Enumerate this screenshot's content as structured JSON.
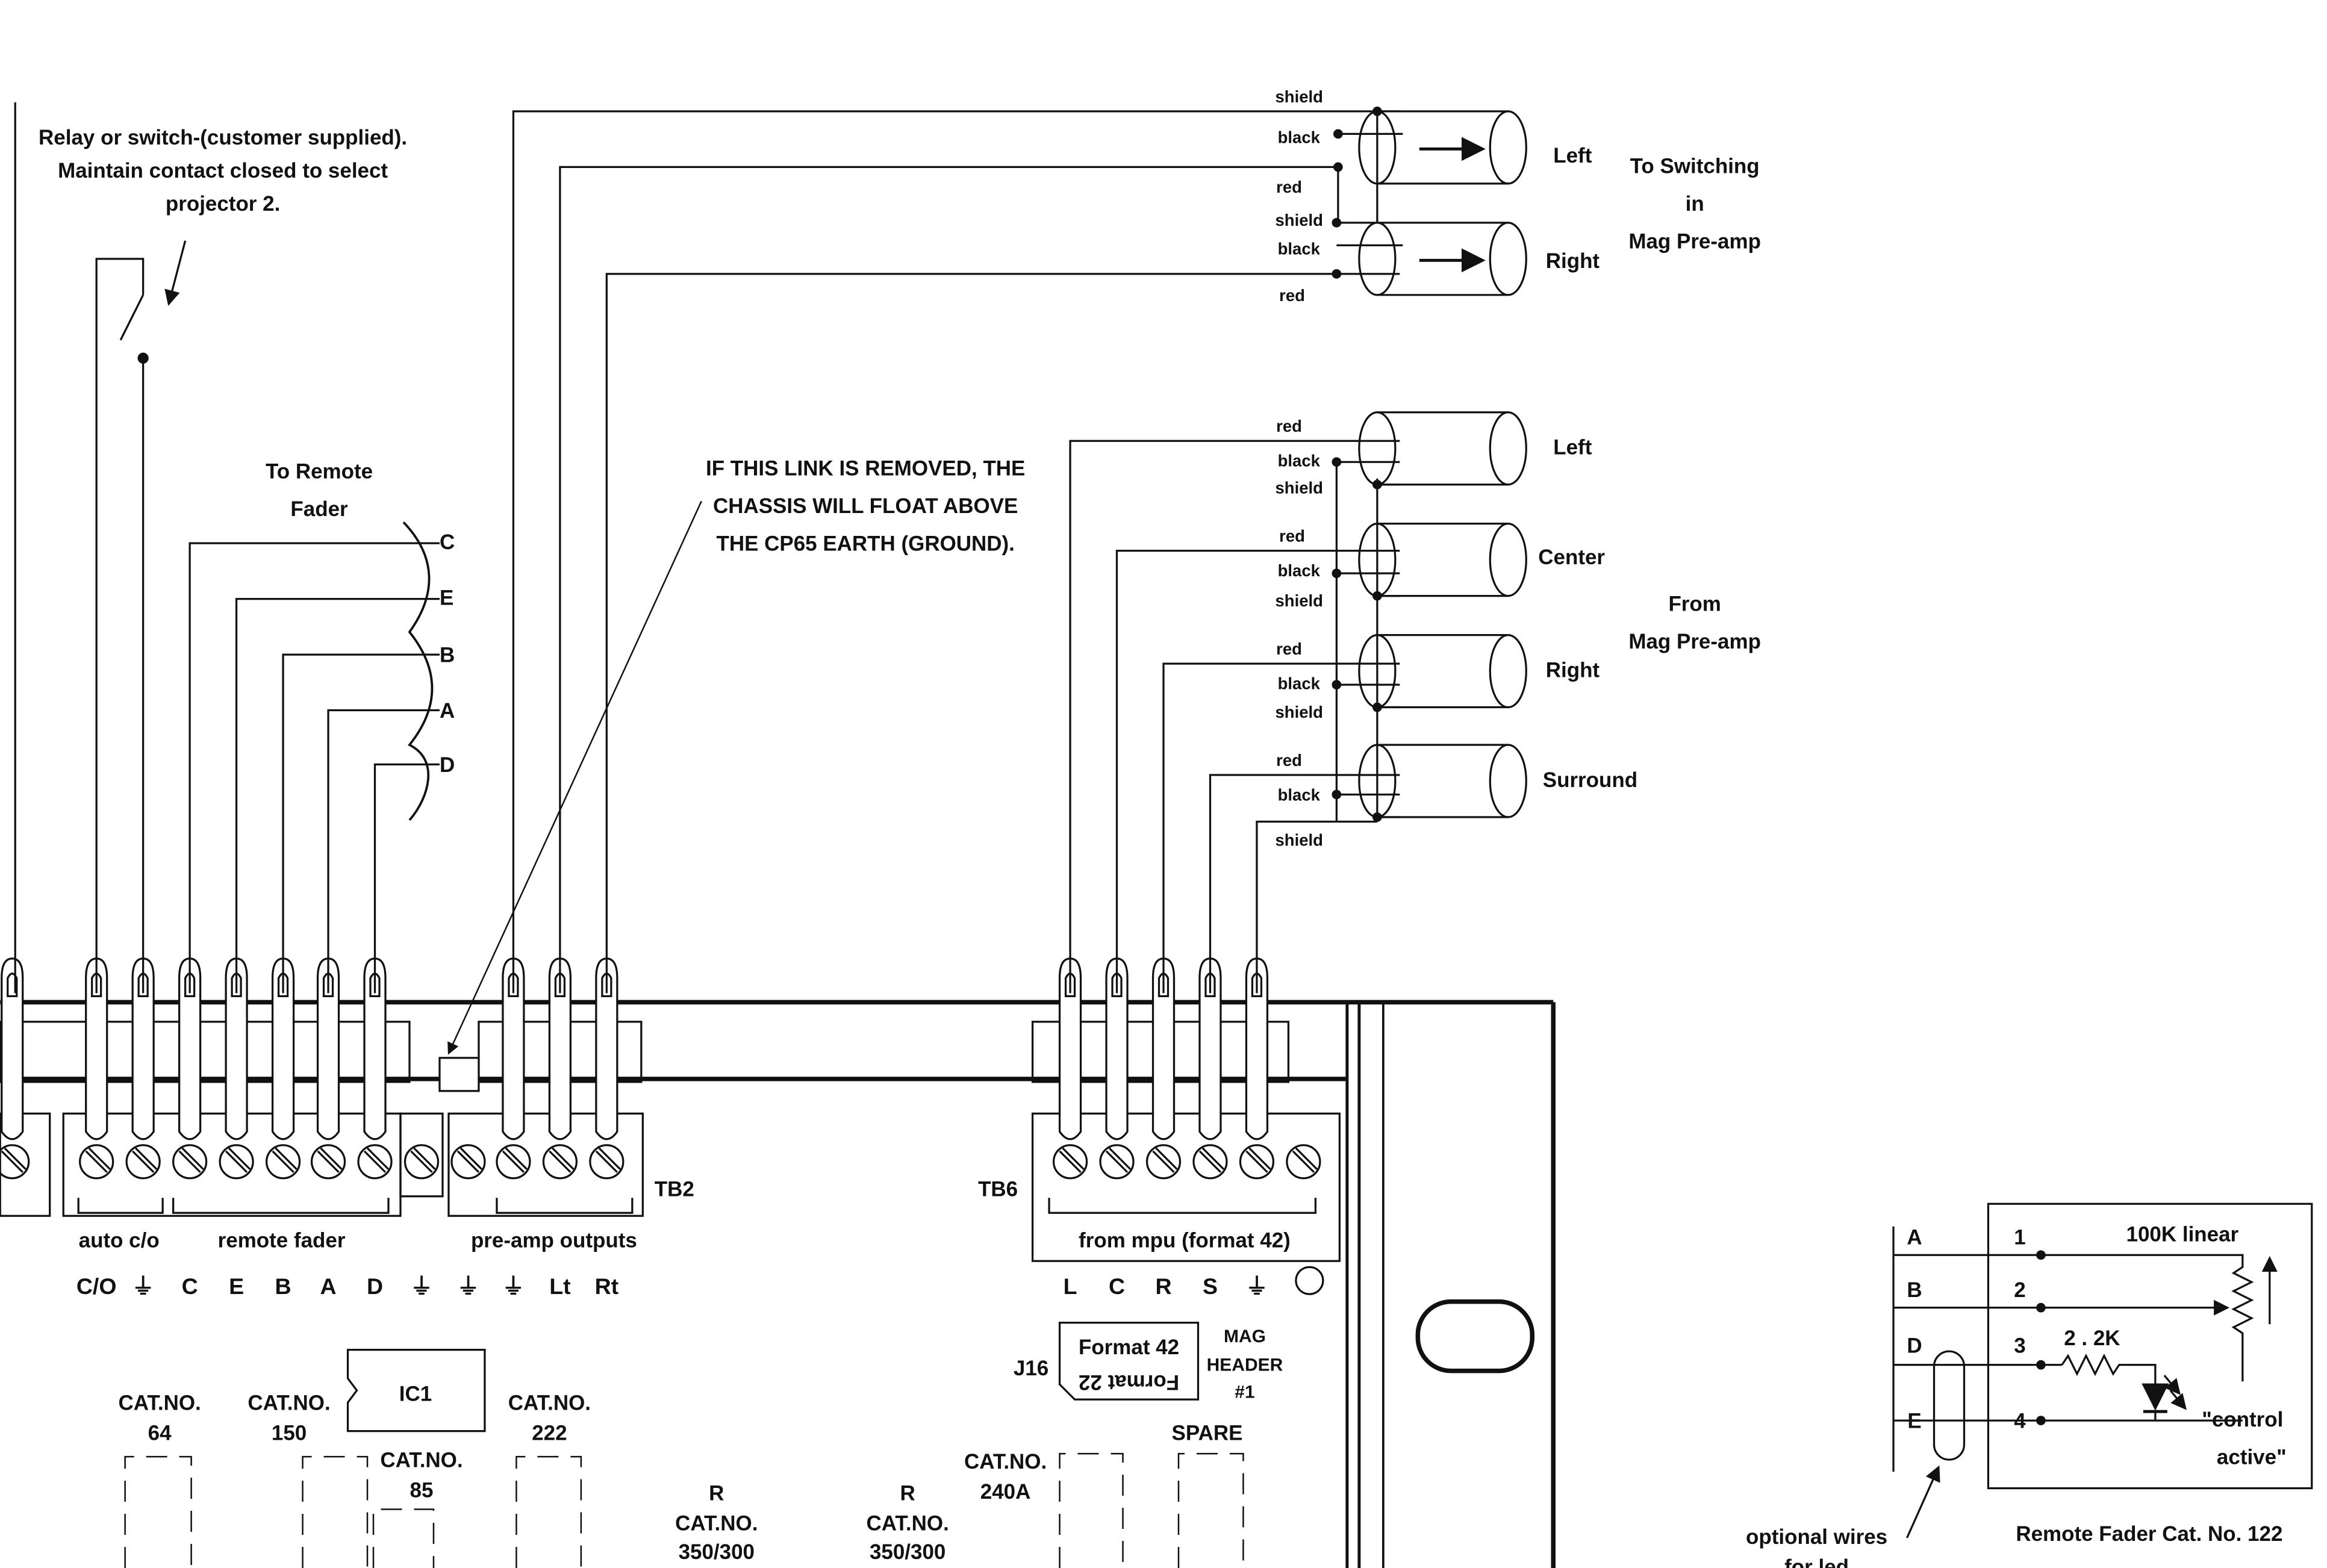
{
  "relay_note": {
    "lines": [
      "Relay or switch-(customer supplied).",
      "Maintain contact closed to select",
      "projector 2."
    ]
  },
  "remote_fader": {
    "title_lines": [
      "To Remote",
      "Fader"
    ],
    "pins": [
      "C",
      "E",
      "B",
      "A",
      "D"
    ]
  },
  "link_note": {
    "lines": [
      "IF THIS LINK IS REMOVED, THE",
      "CHASSIS WILL FLOAT ABOVE",
      "THE CP65 EARTH (GROUND)."
    ]
  },
  "switching": {
    "title_lines": [
      "To Switching",
      "in",
      "Mag Pre-amp"
    ],
    "left": {
      "label": "Left",
      "wires": [
        "shield",
        "black",
        "red"
      ]
    },
    "right": {
      "label": "Right",
      "wires": [
        "shield",
        "black",
        "red"
      ]
    }
  },
  "from_mag": {
    "title_lines": [
      "From",
      "Mag Pre-amp"
    ],
    "channels": [
      {
        "label": "Left",
        "wires": [
          "red",
          "black",
          "shield"
        ]
      },
      {
        "label": "Center",
        "wires": [
          "red",
          "black",
          "shield"
        ]
      },
      {
        "label": "Right",
        "wires": [
          "red",
          "black",
          "shield"
        ]
      },
      {
        "label": "Surround",
        "wires": [
          "red",
          "black",
          "shield"
        ]
      }
    ]
  },
  "tb2": {
    "name": "TB2",
    "groups": [
      "auto c/o",
      "remote fader",
      "pre-amp outputs"
    ],
    "terminals": [
      "C/O",
      "⏚",
      "C",
      "E",
      "B",
      "A",
      "D",
      "⏚",
      "⏚",
      "⏚",
      "Lt",
      "Rt"
    ]
  },
  "tb6": {
    "name": "TB6",
    "group": "from mpu (format 42)",
    "terminals": [
      "L",
      "C",
      "R",
      "S",
      "⏚",
      "○"
    ]
  },
  "j16": {
    "name": "J16",
    "label_top": "Format 42",
    "label_bottom": "Format 22",
    "mag_header": [
      "MAG",
      "HEADER",
      "#1"
    ]
  },
  "components": {
    "ic1": "IC1",
    "cat_64": [
      "CAT.NO.",
      "64"
    ],
    "cat_150": [
      "CAT.NO.",
      "150"
    ],
    "cat_85": [
      "CAT.NO.",
      "85"
    ],
    "cat_222": [
      "CAT.NO.",
      "222"
    ],
    "r1": [
      "R",
      "CAT.NO.",
      "350/300"
    ],
    "r2": [
      "R",
      "CAT.NO.",
      "350/300"
    ],
    "cat_240a": [
      "CAT.NO.",
      "240A"
    ],
    "spare": "SPARE"
  },
  "fader_inset": {
    "title": "Remote Fader Cat. No. 122",
    "pot": "100K linear",
    "resistor": "2 . 2K",
    "led_note": [
      "\"control",
      "active\""
    ],
    "letters": [
      "A",
      "B",
      "D",
      "E"
    ],
    "numbers": [
      "1",
      "2",
      "3",
      "4"
    ],
    "optional_note": [
      "optional wires",
      "for led"
    ]
  }
}
